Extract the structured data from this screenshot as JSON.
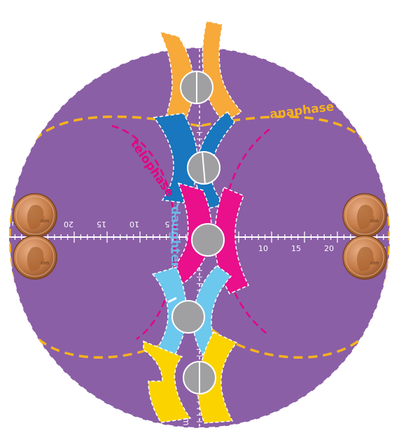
{
  "colors": {
    "background": "#ffffff",
    "board": "#8a5fa6",
    "anaphase": "#f6b21e",
    "telophase": "#e6007e",
    "daughter": "#6fb7e6",
    "chrom_orange": "#f7a93a",
    "chrom_blue": "#1877be",
    "chrom_magenta": "#ea0f8b",
    "chrom_light": "#6dc8ee",
    "chrom_yellow": "#fbd400",
    "centromere": "#a0a0a2",
    "penny": "#c47b48"
  },
  "labels": {
    "anaphase": "anaphase",
    "telophase": "telophase",
    "daughter": "daughter",
    "bottom_mark": "m"
  },
  "ruler": {
    "left_ticks": [
      "20",
      "15",
      "10",
      "5"
    ],
    "right_ticks": [
      "10",
      "15",
      "20"
    ],
    "edge_label": "u"
  },
  "pennies": [
    {
      "side": "left",
      "year": "2005"
    },
    {
      "side": "left",
      "year": "2005"
    },
    {
      "side": "right",
      "year": "2005"
    },
    {
      "side": "right",
      "year": "2005"
    }
  ]
}
